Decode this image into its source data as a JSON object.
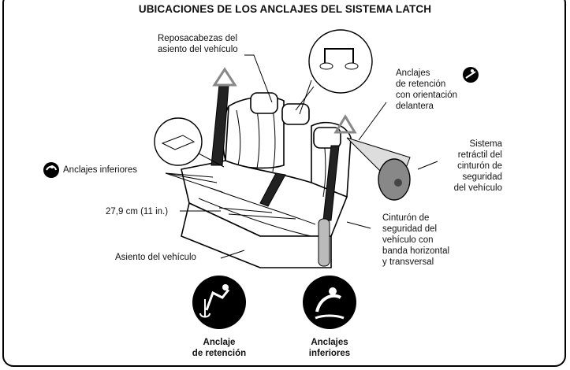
{
  "title": "UBICACIONES DE LOS ANCLAJES DEL SISTEMA LATCH",
  "labels": {
    "headrest": [
      "Reposacabezas del",
      "asiento del vehículo"
    ],
    "tether_anchors": [
      "Anclajes",
      "de retención",
      "con orientación",
      "delantera"
    ],
    "lower_anchors": "Anclajes inferiores",
    "retractor": [
      "Sistema",
      "retráctil del",
      "cinturón de",
      "seguridad",
      "del vehículo"
    ],
    "measurement": "27,9 cm (11 in.)",
    "seat_belt": [
      "Cinturón de",
      "seguridad del",
      "vehículo con",
      "banda horizontal",
      "y transversal"
    ],
    "seat": "Asiento del vehículo"
  },
  "legend": [
    {
      "icon": "tether-anchor-icon",
      "label": [
        "Anclaje",
        "de retención"
      ]
    },
    {
      "icon": "lower-anchor-icon",
      "label": [
        "Anclajes",
        "inferiores"
      ]
    }
  ]
}
